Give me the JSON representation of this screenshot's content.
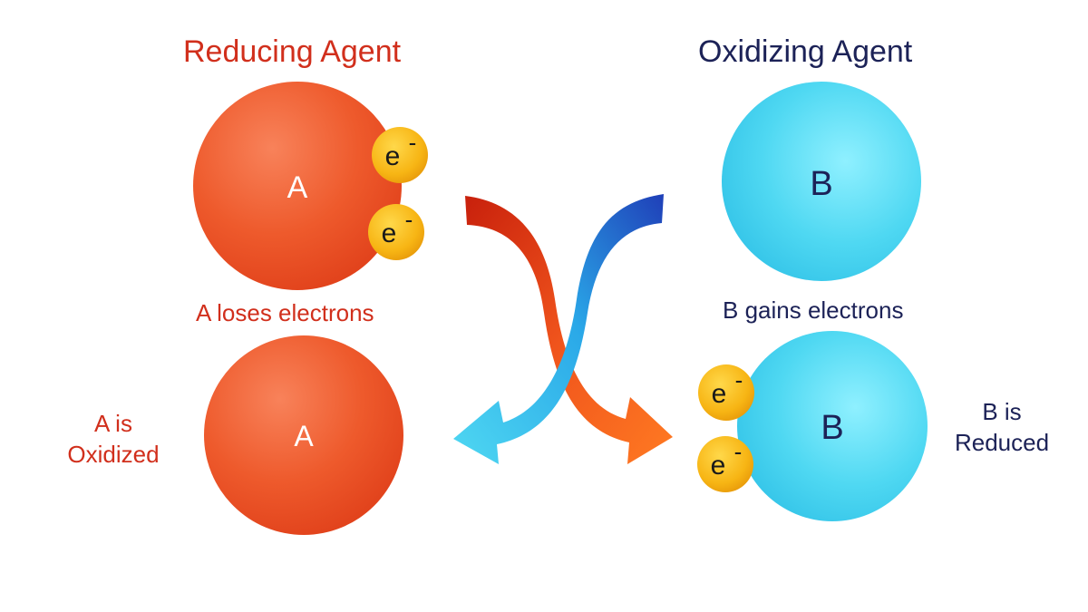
{
  "reducing_agent": {
    "title": "Reducing Agent",
    "before_letter": "A",
    "after_letter": "A",
    "caption": "A loses electrons",
    "state": "A is Oxidized",
    "color": "#ef5a2a"
  },
  "oxidizing_agent": {
    "title": "Oxidizing Agent",
    "before_letter": "B",
    "after_letter": "B",
    "caption": "B gains electrons",
    "state": "B is Reduced",
    "color": "#4fd8f2"
  },
  "electron": {
    "label": "e",
    "charge": "-",
    "color": "#f7b514"
  }
}
